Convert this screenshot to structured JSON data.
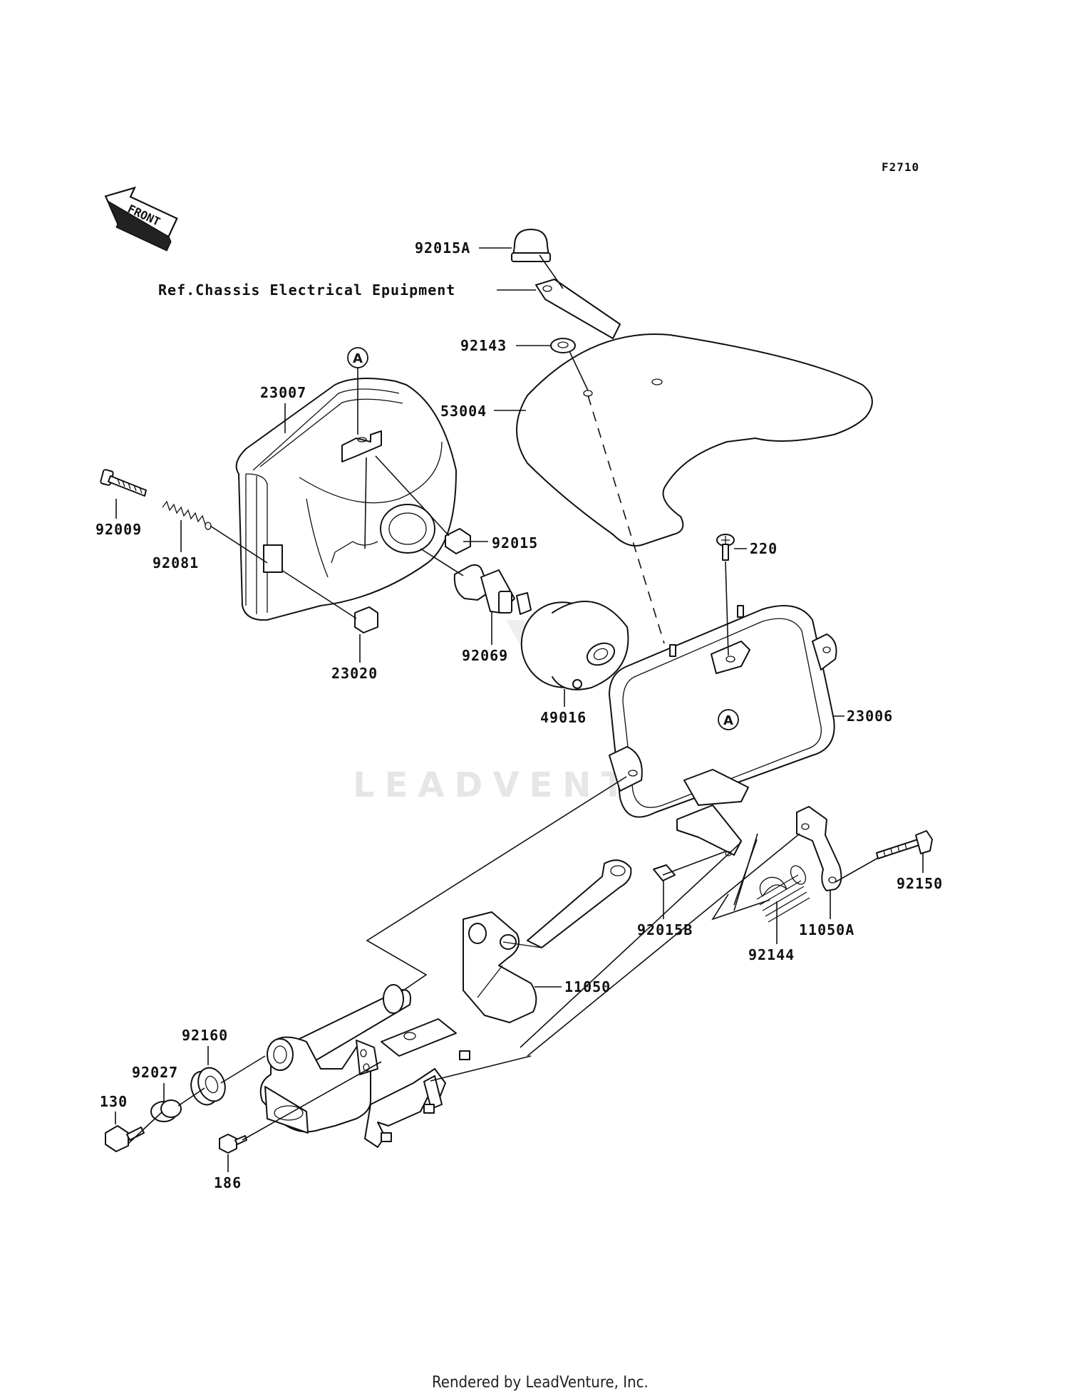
{
  "diagram_code": "F2710",
  "front_arrow_label": "FRONT",
  "watermark": "LEADVENTURE",
  "footer": "Rendered by LeadVenture, Inc.",
  "callouts": [
    {
      "id": "c-92015A",
      "label": "92015A"
    },
    {
      "id": "c-ref",
      "label": "Ref.Chassis Electrical Epuipment"
    },
    {
      "id": "c-92143",
      "label": "92143"
    },
    {
      "id": "c-23007",
      "label": "23007"
    },
    {
      "id": "c-53004",
      "label": "53004"
    },
    {
      "id": "c-92009",
      "label": "92009"
    },
    {
      "id": "c-92081",
      "label": "92081"
    },
    {
      "id": "c-92015",
      "label": "92015"
    },
    {
      "id": "c-220",
      "label": "220"
    },
    {
      "id": "c-23020",
      "label": "23020"
    },
    {
      "id": "c-92069",
      "label": "92069"
    },
    {
      "id": "c-49016",
      "label": "49016"
    },
    {
      "id": "c-23006",
      "label": "23006"
    },
    {
      "id": "c-92015B",
      "label": "92015B"
    },
    {
      "id": "c-11050",
      "label": "11050"
    },
    {
      "id": "c-92150",
      "label": "92150"
    },
    {
      "id": "c-11050A",
      "label": "11050A"
    },
    {
      "id": "c-92144",
      "label": "92144"
    },
    {
      "id": "c-92160",
      "label": "92160"
    },
    {
      "id": "c-92027",
      "label": "92027"
    },
    {
      "id": "c-130",
      "label": "130"
    },
    {
      "id": "c-186",
      "label": "186"
    }
  ],
  "ref_markers": [
    {
      "id": "marker-top",
      "label": "A"
    },
    {
      "id": "marker-bottom",
      "label": "A"
    }
  ]
}
